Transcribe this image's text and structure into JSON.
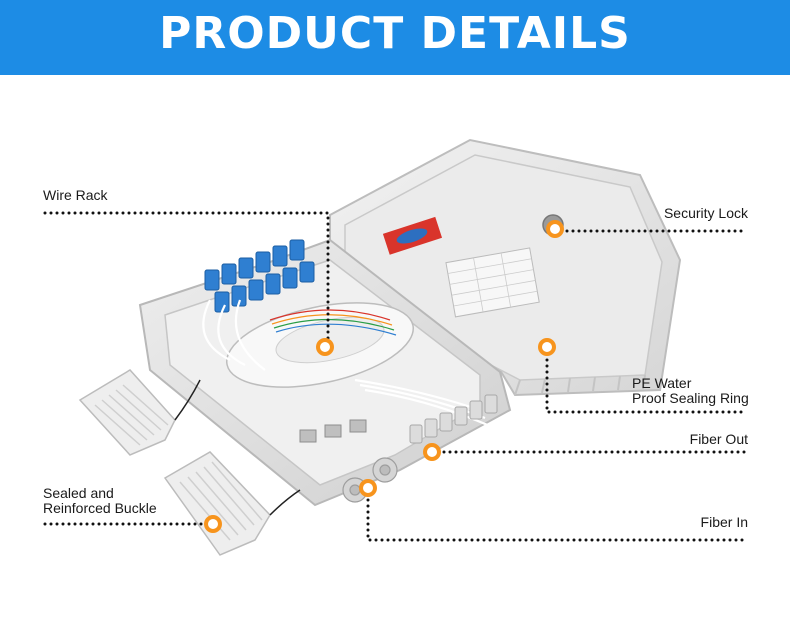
{
  "header": {
    "title": "PRODUCT DETAILS",
    "background_color": "#1d8ce5"
  },
  "callouts": {
    "wire_rack": {
      "lines": [
        "Wire Rack"
      ]
    },
    "security_lock": {
      "lines": [
        "Security Lock"
      ]
    },
    "pe_water_ring": {
      "lines": [
        "PE Water",
        "Proof Sealing Ring"
      ]
    },
    "fiber_out": {
      "lines": [
        "Fiber Out"
      ]
    },
    "sealed_buckle": {
      "lines": [
        "Sealed and",
        "Reinforced Buckle"
      ]
    },
    "fiber_in": {
      "lines": [
        "Fiber In"
      ]
    }
  },
  "colors": {
    "marker": "#f7941d",
    "leader_line": "#111111",
    "enclosure": "#e6e6e6",
    "adapter": "#2f7fd1"
  },
  "images": {
    "product": "fiber-distribution-box-photo"
  }
}
